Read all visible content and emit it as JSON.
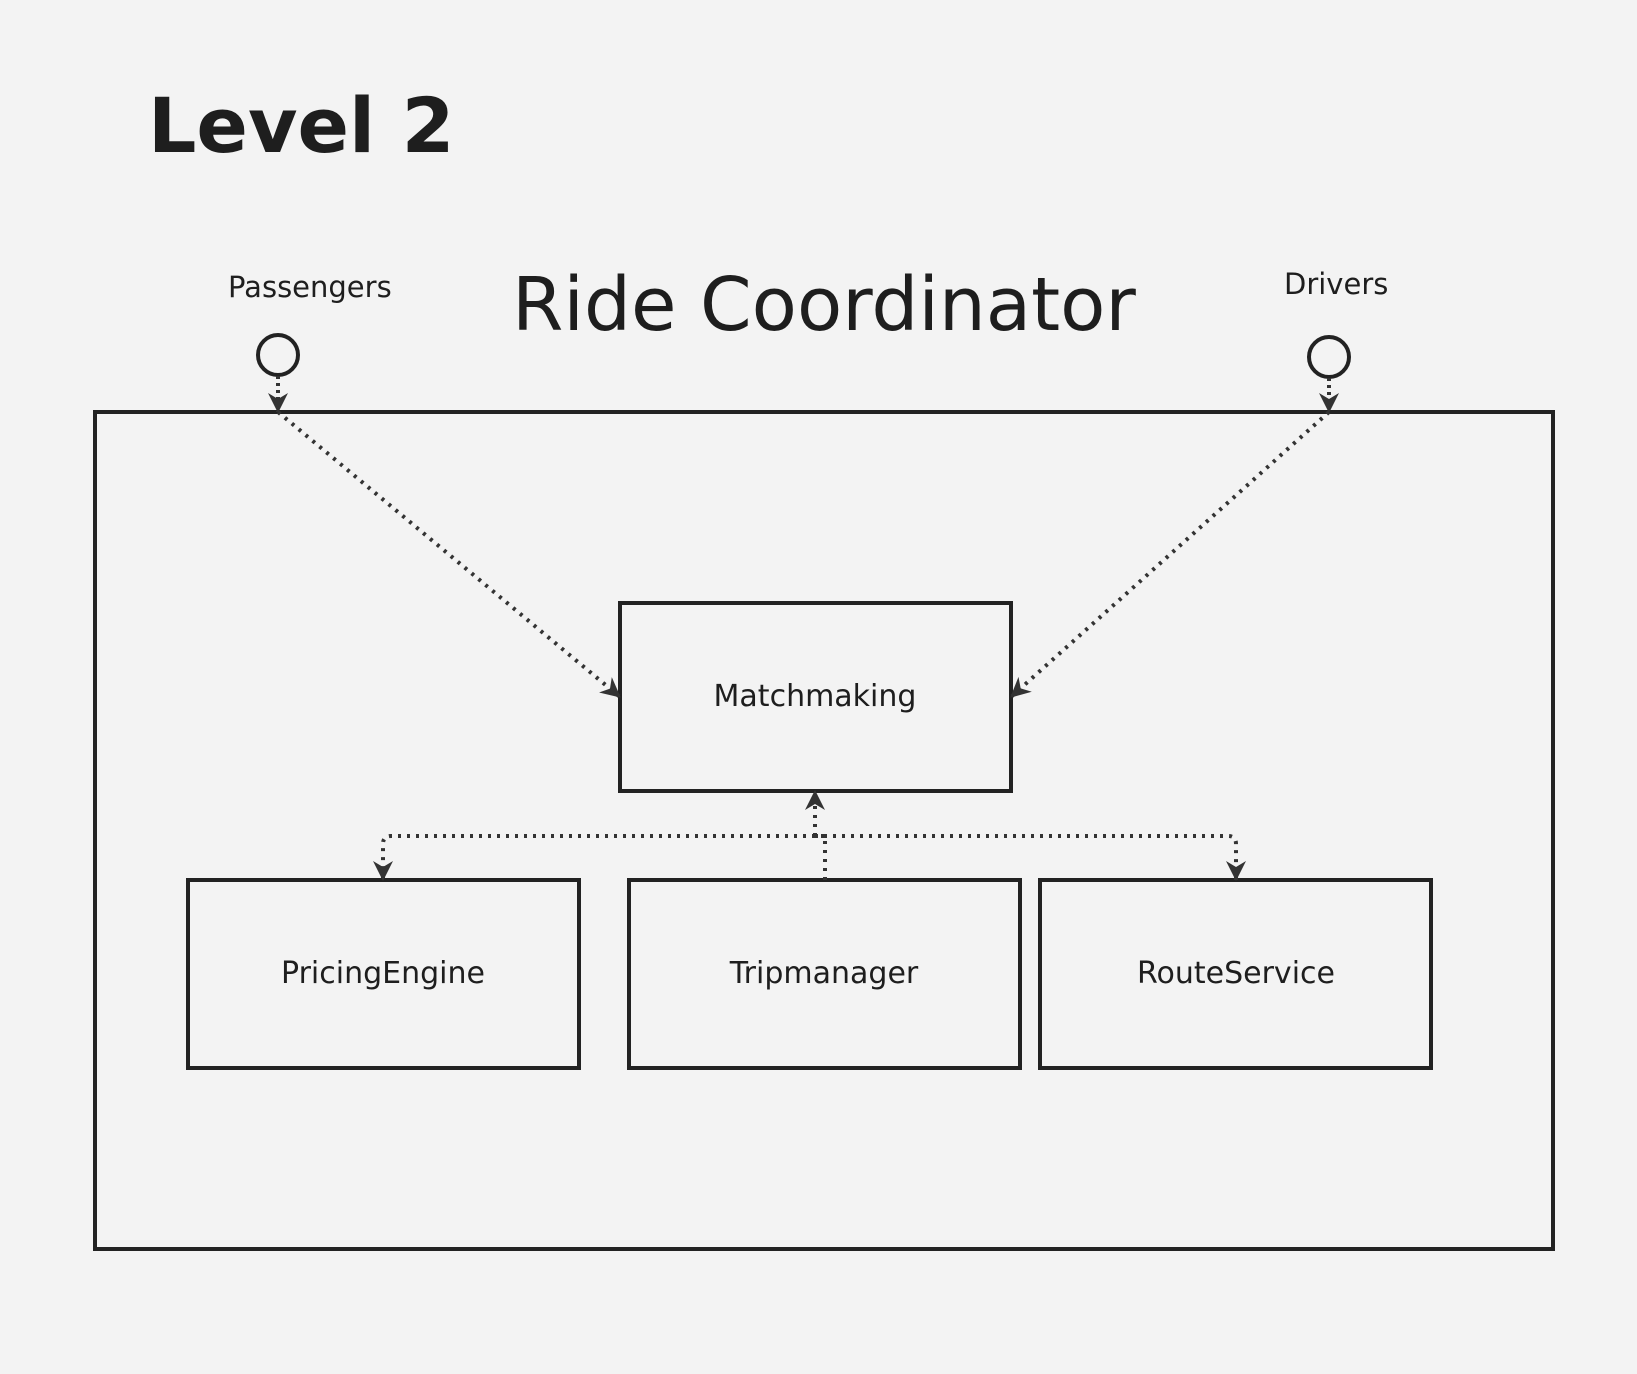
{
  "page": {
    "title": "Level 2"
  },
  "diagram": {
    "title": "Ride Coordinator",
    "actors": [
      {
        "id": "passengers",
        "label": "Passengers"
      },
      {
        "id": "drivers",
        "label": "Drivers"
      }
    ],
    "components": [
      {
        "id": "matchmaking",
        "label": "Matchmaking"
      },
      {
        "id": "pricing_engine",
        "label": "PricingEngine"
      },
      {
        "id": "trip_manager",
        "label": "Tripmanager"
      },
      {
        "id": "route_service",
        "label": "RouteService"
      }
    ],
    "edges": [
      {
        "from": "passengers",
        "to": "matchmaking",
        "style": "dotted"
      },
      {
        "from": "drivers",
        "to": "matchmaking",
        "style": "dotted"
      },
      {
        "from": "trip_manager",
        "to": "matchmaking",
        "style": "dotted"
      },
      {
        "from": "trip_manager",
        "to": "pricing_engine",
        "style": "dotted"
      },
      {
        "from": "trip_manager",
        "to": "route_service",
        "style": "dotted"
      }
    ]
  },
  "colors": {
    "background": "#f3f3f3",
    "stroke": "#222222",
    "text": "#1e1e1e"
  }
}
